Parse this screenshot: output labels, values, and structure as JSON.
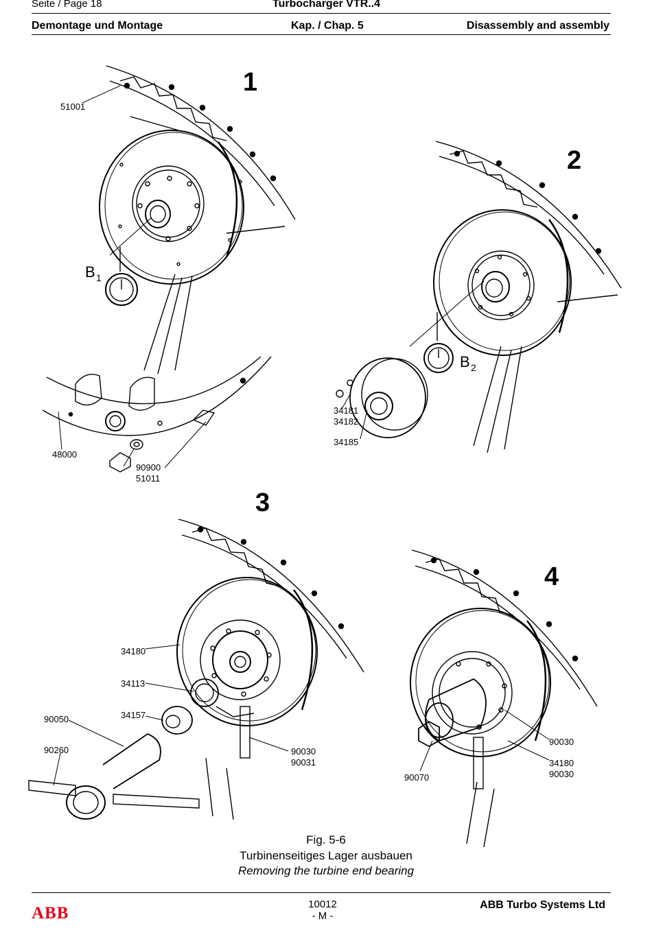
{
  "header": {
    "page_label": "Seite / Page  18",
    "product": "Turbocharger VTR..4",
    "section_de": "Demontage und Montage",
    "chapter": "Kap. / Chap. 5",
    "section_en": "Disassembly and assembly"
  },
  "figure": {
    "panels": {
      "p1": {
        "number": "1",
        "labels": {
          "a": "51001",
          "b": "48000",
          "c": "90900",
          "d": "51011",
          "gauge": "B",
          "gauge_sub": "1"
        }
      },
      "p2": {
        "number": "2",
        "labels": {
          "a": "34181",
          "b": "34182",
          "c": "34185",
          "gauge": "B",
          "gauge_sub": "2"
        }
      },
      "p3": {
        "number": "3",
        "labels": {
          "a": "34180",
          "b": "34113",
          "c": "34157",
          "d": "90050",
          "e": "90260",
          "f": "90030",
          "g": "90031"
        }
      },
      "p4": {
        "number": "4",
        "labels": {
          "a": "90070",
          "b": "90030",
          "c": "34180",
          "d": "90030"
        }
      }
    },
    "caption": {
      "number": "Fig. 5-6",
      "title_de": "Turbinenseitiges Lager ausbauen",
      "title_en": "Removing the turbine end bearing"
    }
  },
  "footer": {
    "logo": "ABB",
    "doc_number": "10012",
    "revision": "- M -",
    "company": "ABB Turbo Systems Ltd"
  },
  "colors": {
    "logo_red": "#e2001a",
    "ink": "#000000"
  }
}
